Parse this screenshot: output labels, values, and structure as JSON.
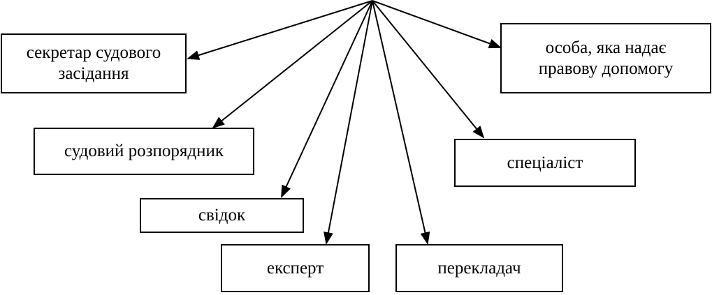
{
  "nodes": {
    "secretary": {
      "lines": [
        "секретар судового",
        "засідання"
      ]
    },
    "bailiff": {
      "lines": [
        "судовий розпорядник"
      ]
    },
    "witness": {
      "lines": [
        "свідок"
      ]
    },
    "expert": {
      "lines": [
        "експерт"
      ]
    },
    "translator": {
      "lines": [
        "перекладач"
      ]
    },
    "specialist": {
      "lines": [
        "спеціаліст"
      ]
    },
    "legal_aid": {
      "lines": [
        "особа, яка надає",
        "правову допомогу"
      ]
    }
  },
  "colors": {
    "line": "#000000",
    "box_border": "#000000",
    "background": "#ffffff"
  }
}
